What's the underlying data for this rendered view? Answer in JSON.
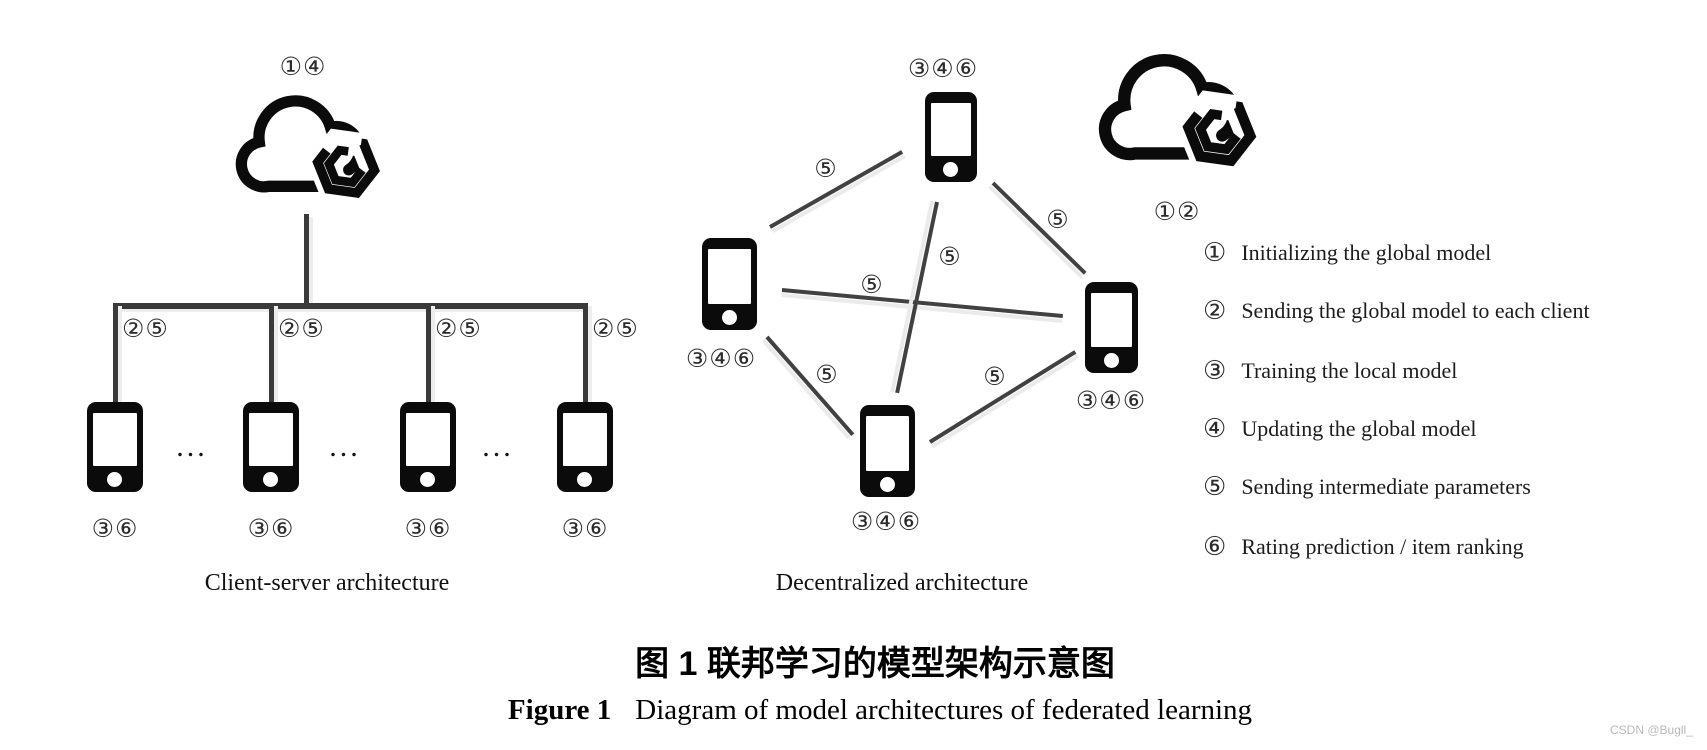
{
  "client_server": {
    "server_label": "①④",
    "caption": "Client-server architecture",
    "ellipsis": "...",
    "clients": [
      {
        "branch_label": "②⑤",
        "device_label": "③⑥"
      },
      {
        "branch_label": "②⑤",
        "device_label": "③⑥"
      },
      {
        "branch_label": "②⑤",
        "device_label": "③⑥"
      },
      {
        "branch_label": "②⑤",
        "device_label": "③⑥"
      }
    ]
  },
  "decentralized": {
    "caption": "Decentralized architecture",
    "nodes": [
      {
        "id": "top",
        "label": "③④⑥"
      },
      {
        "id": "left",
        "label": "③④⑥"
      },
      {
        "id": "right",
        "label": "③④⑥"
      },
      {
        "id": "bottom",
        "label": "③④⑥"
      }
    ],
    "edges": [
      {
        "from": "left",
        "to": "top",
        "label": "⑤"
      },
      {
        "from": "top",
        "to": "right",
        "label": "⑤"
      },
      {
        "from": "left",
        "to": "right",
        "label": "⑤"
      },
      {
        "from": "top",
        "to": "bottom",
        "label": "⑤"
      },
      {
        "from": "left",
        "to": "bottom",
        "label": "⑤"
      },
      {
        "from": "bottom",
        "to": "right",
        "label": "⑤"
      }
    ]
  },
  "legend": {
    "cloud_label": "①②",
    "items": [
      {
        "num": "①",
        "text": "Initializing the global model"
      },
      {
        "num": "②",
        "text": "Sending the global model to each client"
      },
      {
        "num": "③",
        "text": "Training the local model"
      },
      {
        "num": "④",
        "text": "Updating the global model"
      },
      {
        "num": "⑤",
        "text": "Sending intermediate parameters"
      },
      {
        "num": "⑥",
        "text": "Rating prediction / item ranking"
      }
    ]
  },
  "captions": {
    "zh": "图 1  联邦学习的模型架构示意图",
    "en_prefix": "Figure 1",
    "en_text": "Diagram of model architectures of federated learning"
  },
  "watermark": "CSDN @Bugll_",
  "colors": {
    "line": "#3a3a3a",
    "edge": "#414141",
    "device": "#0b0b0b",
    "watermark": "#b9b9b9"
  }
}
